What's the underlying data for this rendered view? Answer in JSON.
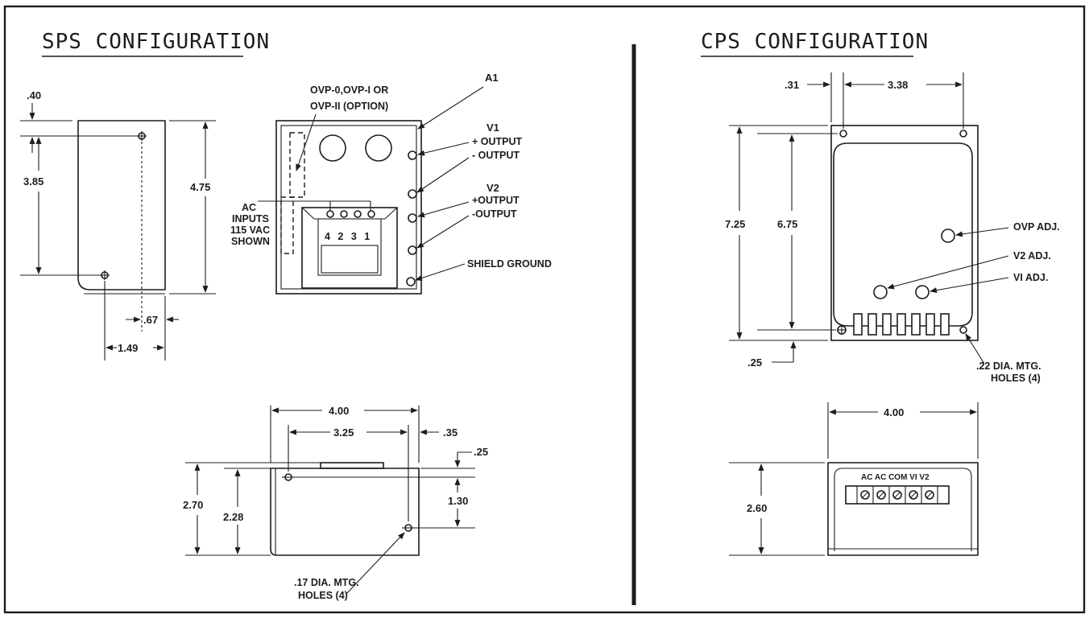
{
  "colors": {
    "ink": "#1c1c1c",
    "paper": "#ffffff"
  },
  "sps": {
    "title": "SPS CONFIGURATION",
    "side_view": {
      "dim_top": ".40",
      "dim_height_holes": "3.85",
      "dim_height": "4.75",
      "dim_hole_offset": ".67",
      "dim_width": "1.49"
    },
    "front_view": {
      "label_ovp_line1": "OVP-0,OVP-I OR",
      "label_ovp_line2": "OVP-II (OPTION)",
      "label_a1": "A1",
      "label_v1": "V1",
      "label_v1_pos": "+ OUTPUT",
      "label_v1_neg": "- OUTPUT",
      "label_v2": "V2",
      "label_v2_pos": "+OUTPUT",
      "label_v2_neg": "-OUTPUT",
      "label_ac_line1": "AC",
      "label_ac_line2": "INPUTS",
      "label_ac_line3": "115 VAC",
      "label_ac_line4": "SHOWN",
      "terminals": "4 2 3 1",
      "label_shield": "SHIELD GROUND"
    },
    "bottom_view": {
      "dim_width": "4.00",
      "dim_hole_span": "3.25",
      "dim_right": ".35",
      "dim_top": ".25",
      "dim_depth": "2.70",
      "dim_depth_inner": "2.28",
      "dim_hole_depth": "1.30",
      "label_holes_line1": ".17 DIA. MTG.",
      "label_holes_line2": "HOLES (4)"
    }
  },
  "cps": {
    "title": "CPS CONFIGURATION",
    "top_view": {
      "dim_left": ".31",
      "dim_hole_span": "3.38",
      "dim_height": "7.25",
      "dim_hole_height": "6.75",
      "dim_bottom": ".25",
      "label_ovp": "OVP   ADJ.",
      "label_v2": "V2 ADJ.",
      "label_v1": "VI ADJ.",
      "label_holes_line1": ".22 DIA. MTG.",
      "label_holes_line2": "HOLES (4)"
    },
    "end_view": {
      "dim_width": "4.00",
      "dim_height": "2.60",
      "terminal_labels": "AC  AC COM VI  V2"
    }
  }
}
